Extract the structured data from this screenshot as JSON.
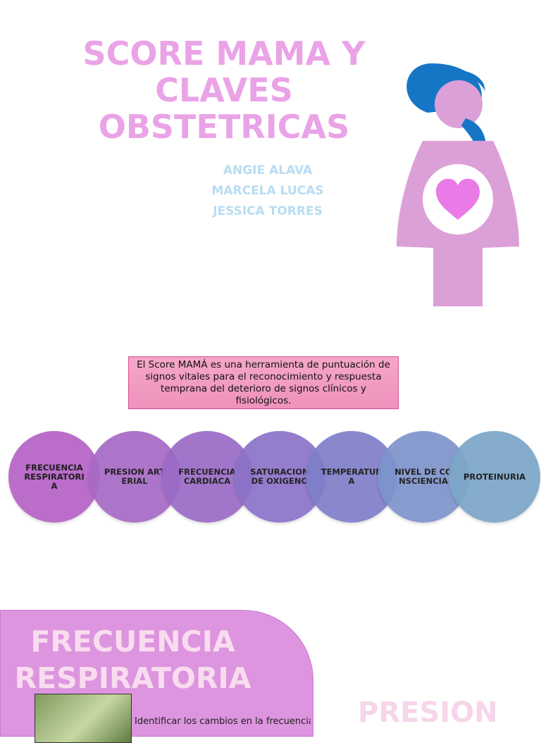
{
  "title": "SCORE MAMA Y CLAVES OBSTETRICAS",
  "authors": [
    "ANGIE ALAVA",
    "MARCELA LUCAS",
    "JESSICA TORRES"
  ],
  "definition": "El Score MAMÁ es una herramienta de puntuación de signos vitales para el reconocimiento y respuesta temprana del deterioro de signos clínicos y fisiológicos.",
  "vital_signs": [
    {
      "label": "FRECUENCIA RESPIRATORIA",
      "color": "#b866c8"
    },
    {
      "label": "PRESION ARTERIAL",
      "color": "#a76ac6"
    },
    {
      "label": "FRECUENCIA CARDIACA",
      "color": "#9a6bc6"
    },
    {
      "label": "SATURACION DE OXIGENO",
      "color": "#8c72c8"
    },
    {
      "label": "TEMPERATURA",
      "color": "#7f7ec9"
    },
    {
      "label": "NIVEL DE CONSCIENCIA",
      "color": "#7e93cb"
    },
    {
      "label": "PROTEINURIA",
      "color": "#7ba6c8"
    }
  ],
  "section1": {
    "title": "FRECUENCIA RESPIRATORIA",
    "text": "Identificar los cambios en la frecuencia"
  },
  "section2": {
    "title": "PRESION"
  },
  "colors": {
    "title": "#eaa3e6",
    "authors": "#b8dcf2",
    "hair": "#1676c6",
    "figure": "#dca0d8",
    "heart": "#e97ae8"
  }
}
